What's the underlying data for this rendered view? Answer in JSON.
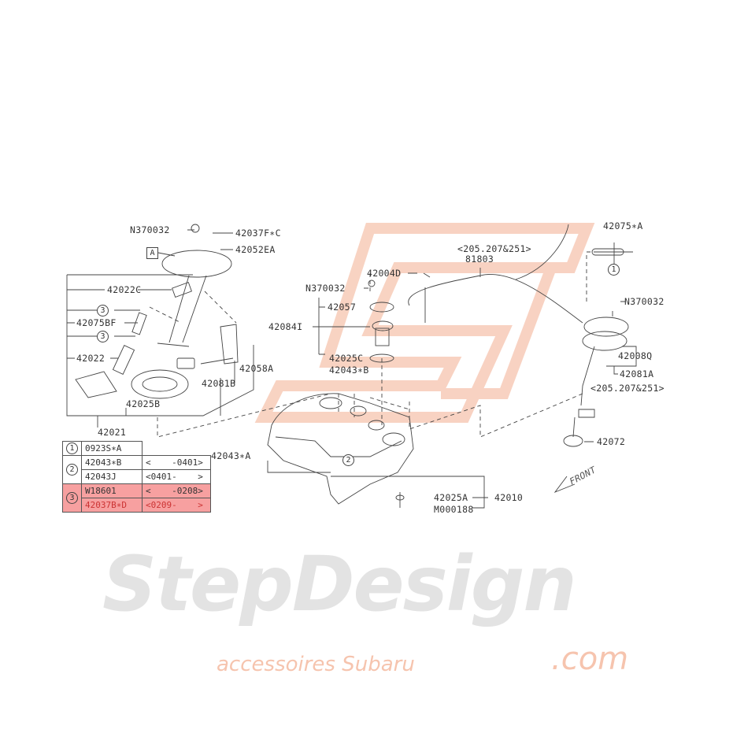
{
  "watermark": {
    "logo": "SJ",
    "brand": "StepDesign",
    "domain": ".com",
    "tagline": "accessoires Subaru",
    "logo_color": "#f4b49a",
    "brand_color": "#d9d9d9"
  },
  "labels": {
    "n370032_left": "N370032",
    "p42037fc": "42037F∗C",
    "p42052ea": "42052EA",
    "ref_a": "A",
    "p42022c": "42022C",
    "ref3_top": "3",
    "p42075bf": "42075BF",
    "ref3_bottom": "3",
    "p42022": "42022",
    "p42058a": "42058A",
    "p42081b": "42081B",
    "p42025b": "42025B",
    "p42021": "42021",
    "n370032_mid": "N370032",
    "p42004d": "42004D",
    "p42057": "42057",
    "p42084i": "42084I",
    "p42025c": "42025C",
    "p42043b": "42043∗B",
    "model_top": "<205.207&251>",
    "p81803": "81803",
    "p42075a": "42075∗A",
    "ref1": "1",
    "n370032_right": "N370032",
    "p42008q": "42008Q",
    "p42081a": "42081A",
    "model_right": "<205.207&251>",
    "p42072": "42072",
    "p42043a": "42043∗A",
    "ref2": "2",
    "p42025a": "42025A",
    "p42010": "42010",
    "m000188": "M000188",
    "front": "FRONT"
  },
  "table": {
    "highlight_color": "#f7a0a0",
    "rows": [
      {
        "ref": "1",
        "part": "0923S∗A",
        "range": ""
      },
      {
        "ref": "2",
        "part": "42043∗B",
        "range": "<    -0401>"
      },
      {
        "part": "42043J",
        "range": "<0401-    >"
      },
      {
        "ref": "3",
        "part": "W18601",
        "range": "<    -0208>"
      },
      {
        "part": "42037B∗D",
        "range": "<0209-    >"
      }
    ]
  }
}
